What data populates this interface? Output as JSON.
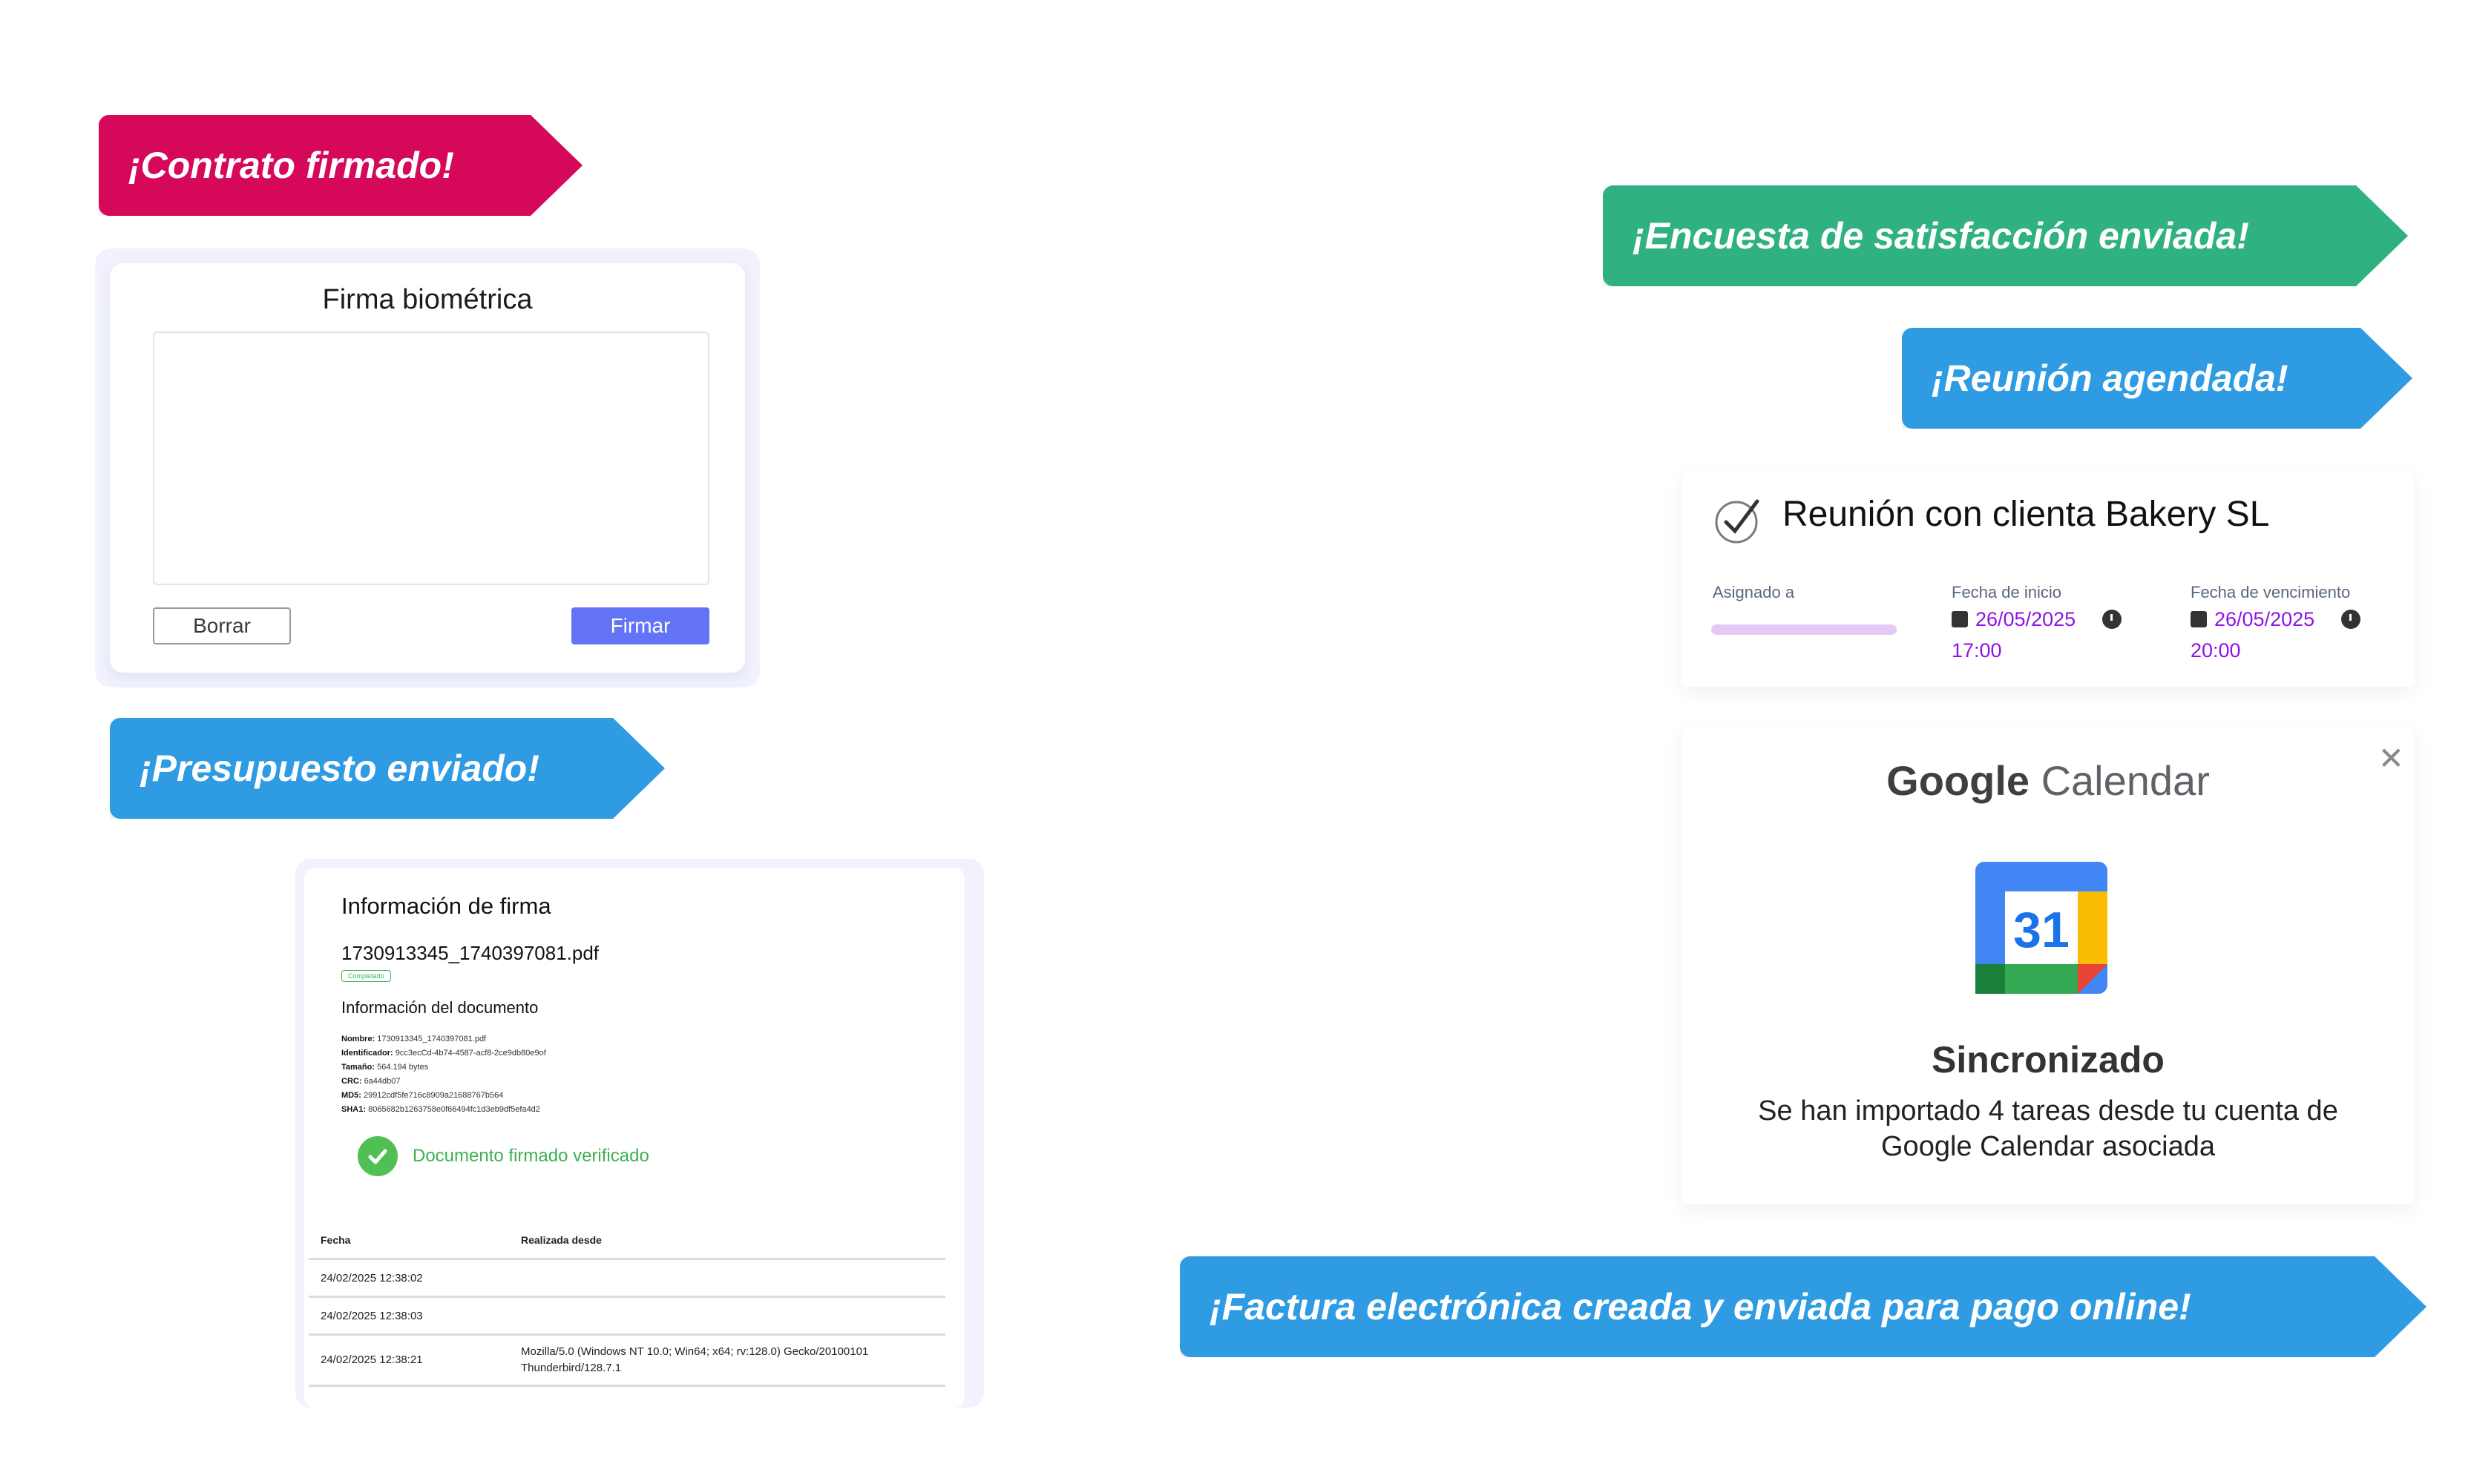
{
  "banners": {
    "contrato": "¡Contrato firmado!",
    "presupuesto": "¡Presupuesto enviado!",
    "encuesta": "¡Encuesta de satisfacción enviada!",
    "reunion": "¡Reunión agendada!",
    "factura": "¡Factura electrónica creada y enviada para pago online!"
  },
  "colors": {
    "pink": "#d5085a",
    "green": "#2fb181",
    "blue": "#2e9be3",
    "accent_button": "#6274f5",
    "purple_text": "#9012e6"
  },
  "signature": {
    "title": "Firma biométrica",
    "clear_label": "Borrar",
    "sign_label": "Firmar"
  },
  "signature_info": {
    "title": "Información de firma",
    "filename": "1730913345_1740397081.pdf",
    "status_badge": "Completado",
    "doc_info_title": "Información del documento",
    "meta": {
      "nombre_label": "Nombre:",
      "nombre": "1730913345_1740397081.pdf",
      "identificador_label": "Identificador:",
      "identificador": "9cc3ecCd-4b74-4587-acf8-2ce9db80e9of",
      "tamano_label": "Tamaño:",
      "tamano": "564.194 bytes",
      "crc_label": "CRC:",
      "crc": "6a44db07",
      "md5_label": "MD5:",
      "md5": "29912cdf5fe716c8909a21688767b564",
      "sha1_label": "SHA1:",
      "sha1": "8065682b1263758e0f66494fc1d3eb9df5efa4d2"
    },
    "verified_text": "Documento firmado verificado",
    "table": {
      "headers": [
        "Fecha",
        "Realizada desde"
      ],
      "rows": [
        {
          "fecha": "24/02/2025 12:38:02",
          "desde": ""
        },
        {
          "fecha": "24/02/2025 12:38:03",
          "desde": ""
        },
        {
          "fecha": "24/02/2025 12:38:21",
          "desde": "Mozilla/5.0 (Windows NT 10.0; Win64; x64; rv:128.0) Gecko/20100101",
          "desde2": "Thunderbird/128.7.1"
        }
      ]
    }
  },
  "meeting": {
    "title": "Reunión con clienta Bakery SL",
    "assigned_label": "Asignado a",
    "start_label": "Fecha de inicio",
    "start_date": "26/05/2025",
    "start_time": "17:00",
    "due_label": "Fecha de vencimiento",
    "due_date": "26/05/2025",
    "due_time": "20:00",
    "icons": [
      "check-icon",
      "calendar-icon",
      "clock-icon"
    ]
  },
  "gcal": {
    "logo_google": "Google",
    "logo_calendar": "Calendar",
    "icon_day": "31",
    "title": "Sincronizado",
    "message": "Se han importado 4 tareas desde tu cuenta de Google Calendar asociada",
    "close_icon": "close-icon"
  }
}
